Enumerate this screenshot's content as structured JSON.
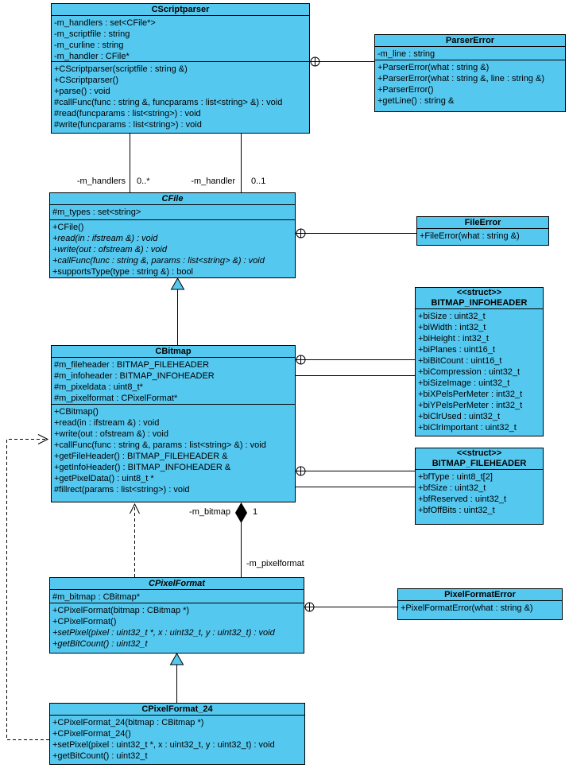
{
  "diagram": {
    "class_fill": "#55c8f0",
    "border_color": "#000000",
    "background": "#ffffff",
    "diamond_color": "#000000"
  },
  "classes": [
    {
      "name": "CScriptparser",
      "attributes": [
        "-m_handlers : set<CFile*>",
        "-m_scriptfile : string",
        "-m_curline : string",
        "-m_handler : CFile*"
      ],
      "methods": [
        "+CScriptparser(scriptfile : string &)",
        "+CScriptparser()",
        "+parse() : void",
        "#callFunc(func : string &, funcparams : list<string> &) : void",
        "#read(funcparams : list<string>) : void",
        "#write(funcparams : list<string>) : void"
      ]
    },
    {
      "name": "ParserError",
      "attributes": [
        "-m_line : string"
      ],
      "methods": [
        "+ParserError(what : string &)",
        "+ParserError(what : string &, line : string &)",
        "+ParserError()",
        "+getLine() : string &"
      ]
    },
    {
      "name": "CFile",
      "attributes": [
        "#m_types : set<string>"
      ],
      "methods": [
        "+CFile()",
        {
          "text": "+read(in : ifstream &) : void",
          "italic": true
        },
        {
          "text": "+write(out : ofstream &) : void",
          "italic": true
        },
        {
          "text": "+callFunc(func : string &, params : list<string> &) : void",
          "italic": true
        },
        "+supportsType(type : string &) : bool"
      ]
    },
    {
      "name": "FileError",
      "methods": [
        "+FileError(what : string &)"
      ]
    },
    {
      "name": "CBitmap",
      "attributes": [
        "#m_fileheader : BITMAP_FILEHEADER",
        "#m_infoheader : BITMAP_INFOHEADER",
        "#m_pixeldata : uint8_t*",
        "#m_pixelformat : CPixelFormat*"
      ],
      "methods": [
        "+CBitmap()",
        "+read(in : ifstream &) : void",
        "+write(out : ofstream &) : void",
        "+callFunc(func : string &, params : list<string> &) : void",
        "+getFileHeader() : BITMAP_FILEHEADER &",
        "+getInfoHeader() : BITMAP_INFOHEADER &",
        "+getPixelData() : uint8_t *",
        "#fillrect(params : list<string>) : void"
      ]
    },
    {
      "stereotype": "<<struct>>",
      "name": "BITMAP_INFOHEADER",
      "attributes": [
        "+biSize : uint32_t",
        "+biWidth : int32_t",
        "+biHeight : int32_t",
        "+biPlanes : uint16_t",
        "+biBitCount : uint16_t",
        "+biCompression : uint32_t",
        "+biSizeImage : uint32_t",
        "+biXPelsPerMeter : int32_t",
        "+biYPelsPerMeter : int32_t",
        "+biClrUsed : uint32_t",
        "+biClrImportant : uint32_t"
      ]
    },
    {
      "stereotype": "<<struct>>",
      "name": "BITMAP_FILEHEADER",
      "attributes": [
        "+bfType : uint8_t[2]",
        "+bfSize : uint32_t",
        "+bfReserved : uint32_t",
        "+bfOffBits : uint32_t"
      ]
    },
    {
      "name": "CPixelFormat",
      "attributes": [
        "#m_bitmap : CBitmap*"
      ],
      "methods": [
        "+CPixelFormat(bitmap : CBitmap *)",
        "+CPixelFormat()",
        {
          "text": "+setPixel(pixel : uint32_t *, x : uint32_t, y : uint32_t) : void",
          "italic": true
        },
        {
          "text": "+getBitCount() : uint32_t",
          "italic": true
        }
      ]
    },
    {
      "name": "PixelFormatError",
      "methods": [
        "+PixelFormatError(what : string &)"
      ]
    },
    {
      "name": "CPixelFormat_24",
      "methods": [
        "+CPixelFormat_24(bitmap : CBitmap *)",
        "+CPixelFormat_24()",
        "+setPixel(pixel : uint32_t *, x : uint32_t, y : uint32_t) : void",
        "+getBitCount() : uint32_t"
      ]
    }
  ],
  "edge_labels": {
    "m_handlers": "-m_handlers",
    "mult_handlers": "0..*",
    "m_handler": "-m_handler",
    "mult_handler": "0..1",
    "m_bitmap": "-m_bitmap",
    "mult_bitmap": "1",
    "m_pixelformat": "-m_pixelformat"
  }
}
